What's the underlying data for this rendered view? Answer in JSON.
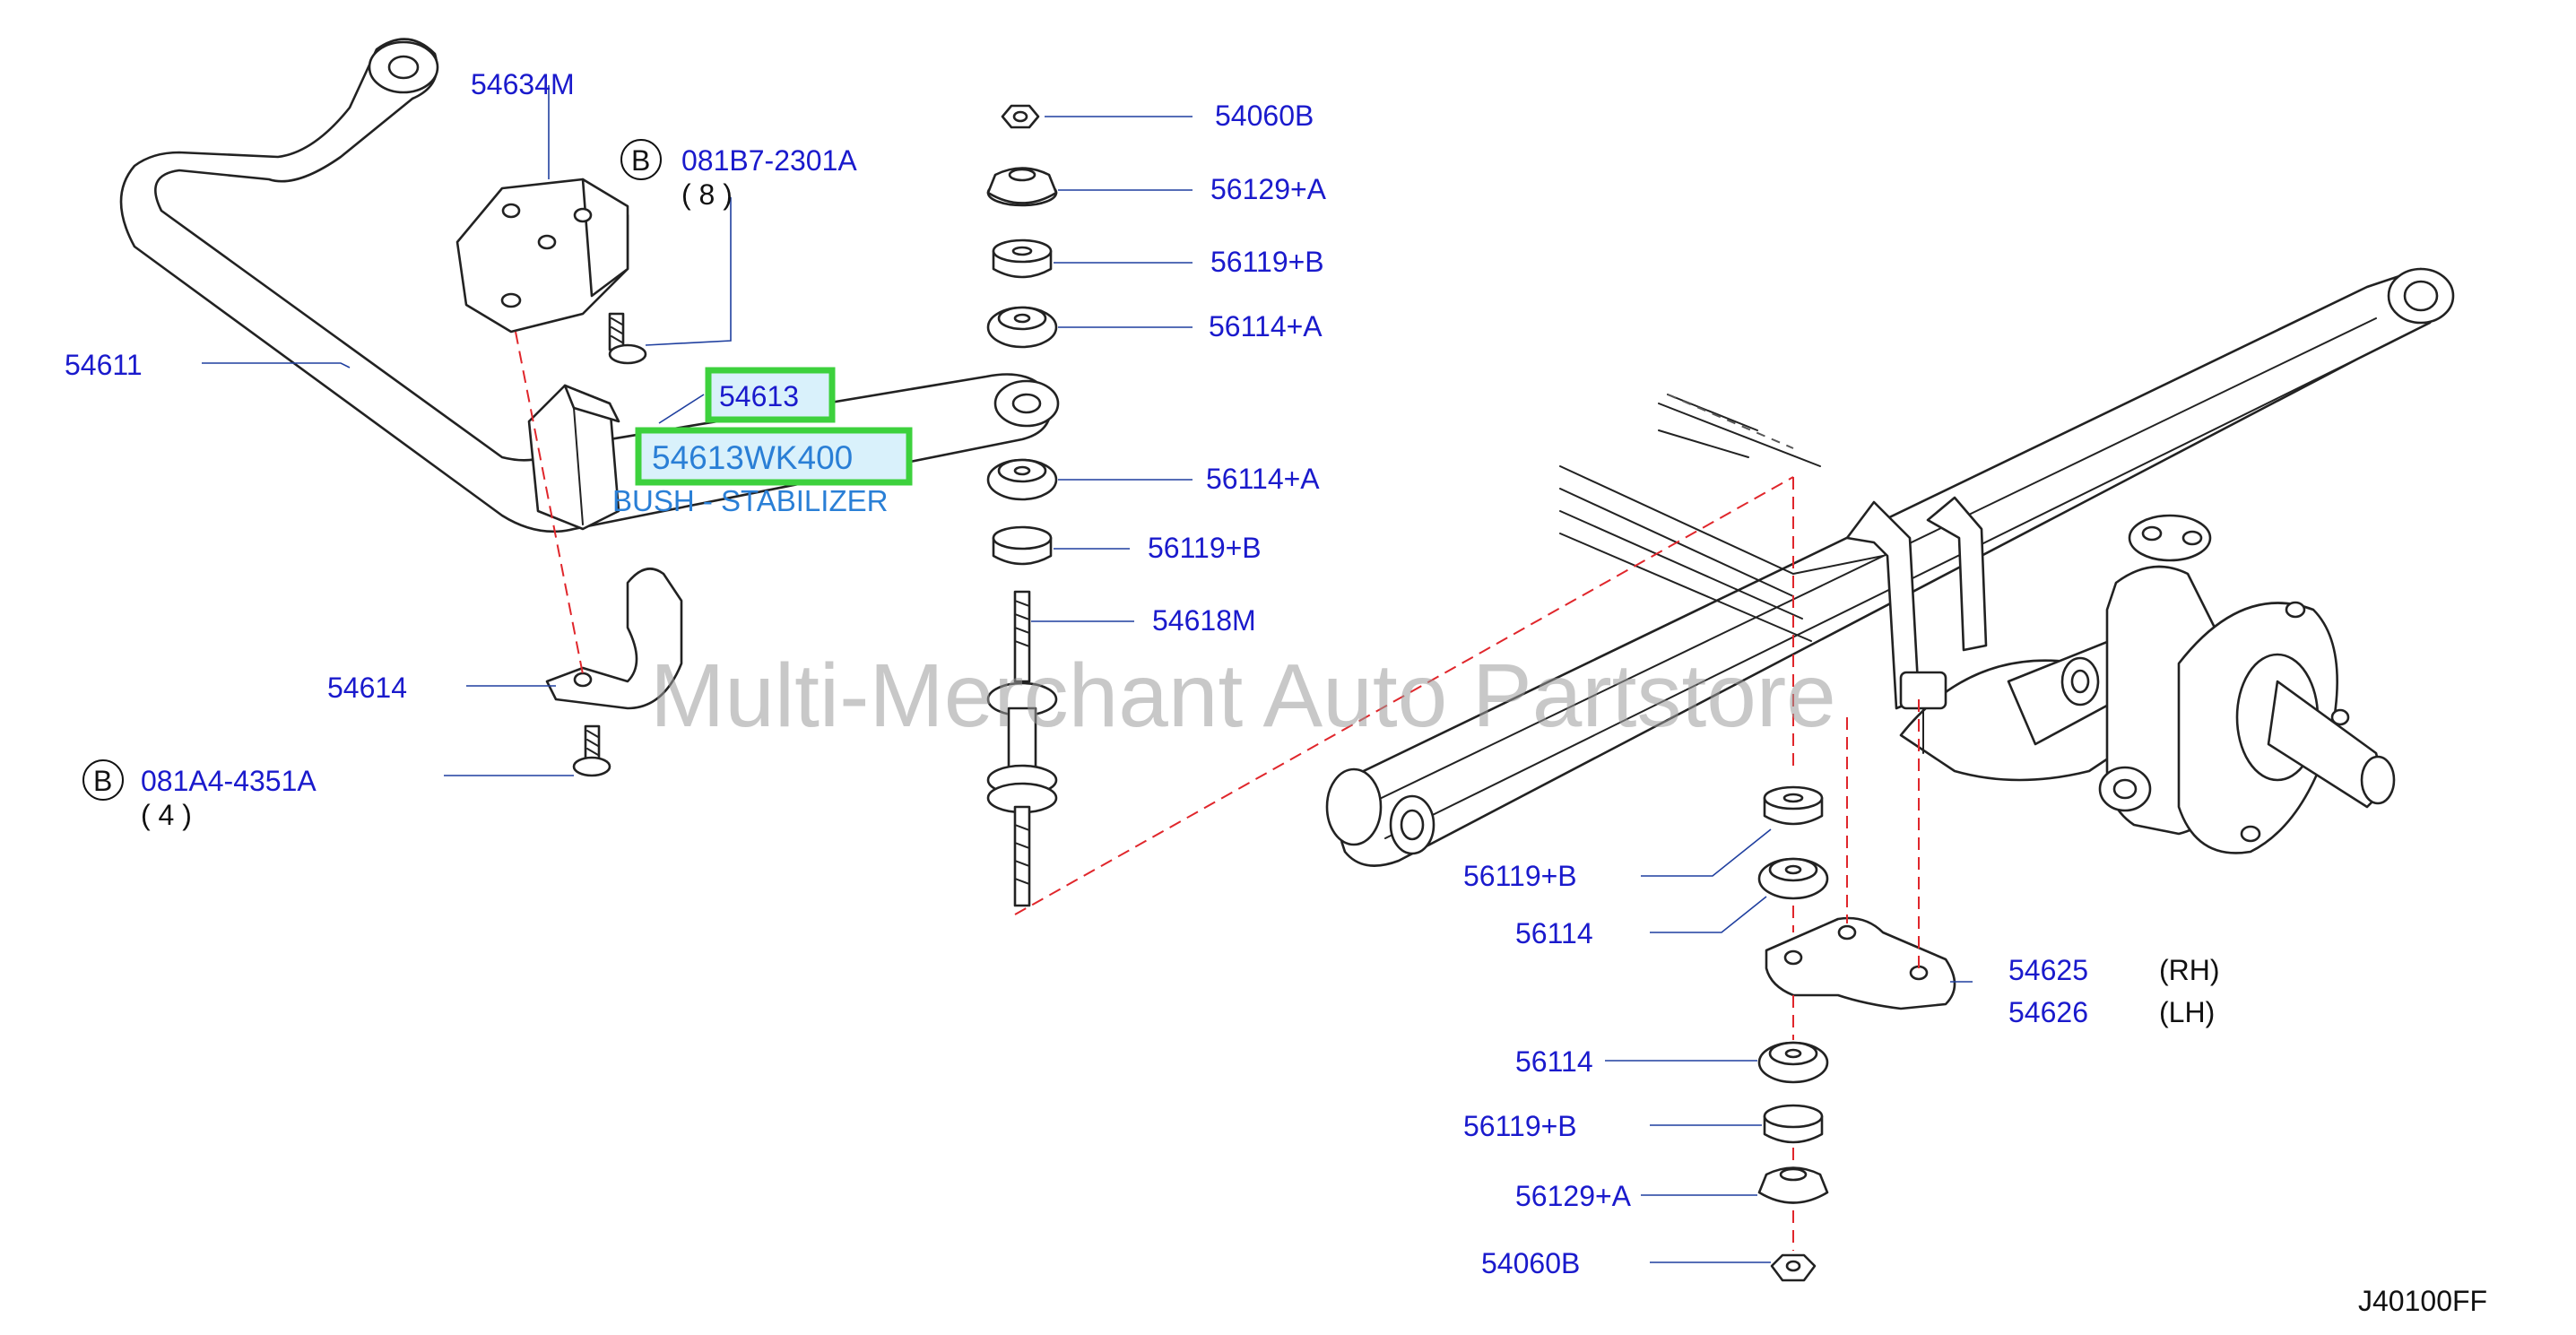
{
  "labels": {
    "p54634M": "54634M",
    "p081B7": "081B7-2301A",
    "q081B7": "( 8 )",
    "p54611": "54611",
    "p54613": "54613",
    "p54613WK400": "54613WK400",
    "bush": "BUSH - STABILIZER",
    "p54614": "54614",
    "p081A4": "081A4-4351A",
    "q081A4": "( 4 )",
    "p54060B_top": "54060B",
    "p56129A_top": "56129+A",
    "p56119B_1": "56119+B",
    "p56114A_1": "56114+A",
    "p56114A_2": "56114+A",
    "p56119B_2": "56119+B",
    "p54618M": "54618M",
    "p56119B_3": "56119+B",
    "p56114_1": "56114",
    "p54625": "54625",
    "rh": "(RH)",
    "p54626": "54626",
    "lh": "(LH)",
    "p56114_2": "56114",
    "p56119B_4": "56119+B",
    "p56129A_bot": "56129+A",
    "p54060B_bot": "54060B",
    "bolt_mark": "B",
    "bolt_mark2": "B",
    "diagram_code": "J40100FF"
  },
  "watermark": "Multi-Merchant Auto Partstore",
  "colors": {
    "label": "#1a1acc",
    "highlight_border": "#3dd13d",
    "highlight_fill": "#d9f1fb",
    "highlight_text": "#2a7fd6",
    "dashed_line": "#e0262b",
    "watermark": "#9a9a9a"
  }
}
